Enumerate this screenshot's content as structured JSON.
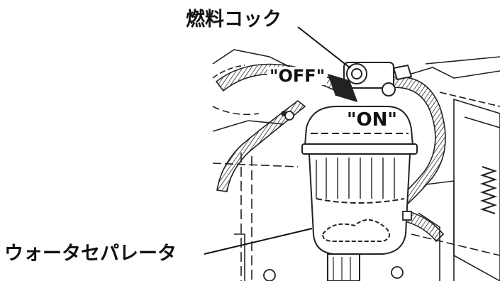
{
  "labels": {
    "fuel_cock": "燃料コック",
    "water_separator": "ウォータセパレータ",
    "off": "\"OFF\"",
    "on": "\"ON\""
  },
  "colors": {
    "ink": "#111111",
    "background": "#ffffff",
    "arrow": "#222222"
  }
}
